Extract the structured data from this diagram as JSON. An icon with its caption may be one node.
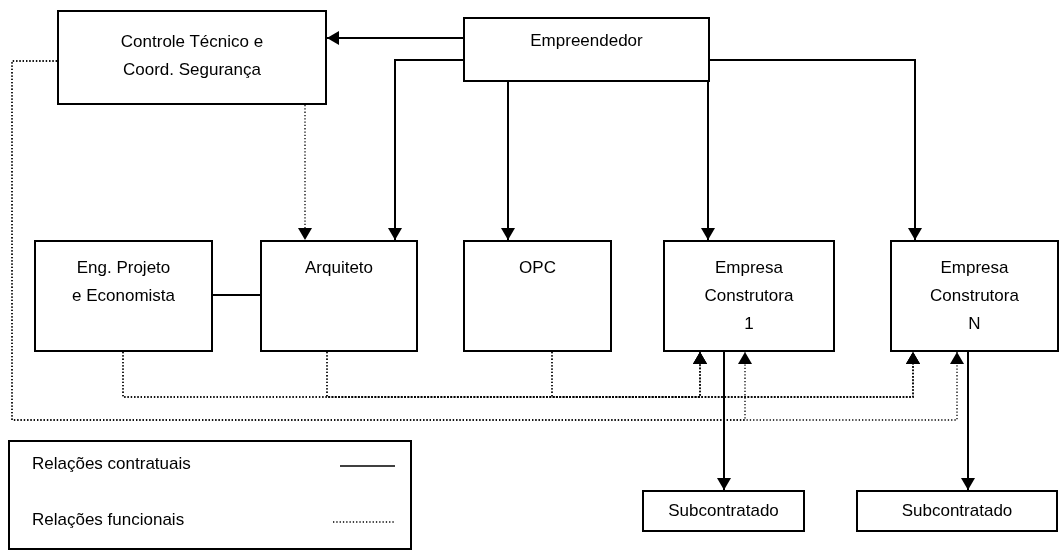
{
  "diagram": {
    "nodes": [
      {
        "text": [
          "Controle Técnico e Coord. Segurança"
        ]
      },
      {
        "text": [
          "Empreendedor"
        ]
      },
      {
        "text": [
          "Eng. Projeto e Economista"
        ]
      },
      {
        "text": [
          "Arquiteto"
        ]
      },
      {
        "text": [
          "OPC"
        ]
      },
      {
        "text": [
          "Empresa Construtora 1"
        ]
      },
      {
        "text": [
          "Empresa Construtora N"
        ]
      },
      {
        "text": [
          "Subcontratado"
        ]
      },
      {
        "text": [
          "Subcontratado"
        ]
      }
    ],
    "edges": [
      {
        "from": 1,
        "to": 0,
        "arrow": "to"
      },
      {
        "from": 1,
        "to": 3,
        "arrow": "to"
      },
      {
        "from": 1,
        "to": 4,
        "arrow": "to"
      },
      {
        "from": 1,
        "to": 5,
        "arrow": "to"
      },
      {
        "from": 1,
        "to": 6,
        "arrow": "to"
      },
      {
        "from": 0,
        "to": 3,
        "arrow": "to",
        "style": "dashed"
      },
      {
        "from": 2,
        "to": 3,
        "arrow": "none"
      },
      {
        "from": 2,
        "to": 5,
        "arrow": "to",
        "style": "dashed"
      },
      {
        "from": 2,
        "to": 6,
        "arrow": "to",
        "style": "dashed"
      },
      {
        "from": 3,
        "to": 5,
        "arrow": "to",
        "style": "dashed"
      },
      {
        "from": 3,
        "to": 6,
        "arrow": "to",
        "style": "dashed"
      },
      {
        "from": 4,
        "to": 5,
        "arrow": "to",
        "style": "dashed"
      },
      {
        "from": 4,
        "to": 6,
        "arrow": "to",
        "style": "dashed"
      },
      {
        "from": 0,
        "to": 5,
        "arrow": "to",
        "style": "dashed"
      },
      {
        "from": 0,
        "to": 6,
        "arrow": "to",
        "style": "dashed"
      },
      {
        "from": 5,
        "to": 7,
        "arrow": "to"
      },
      {
        "from": 6,
        "to": 8,
        "arrow": "to"
      }
    ],
    "legend": [
      {
        "text": "Relações contratuais"
      },
      {
        "text": "Relações funcionais"
      }
    ]
  }
}
